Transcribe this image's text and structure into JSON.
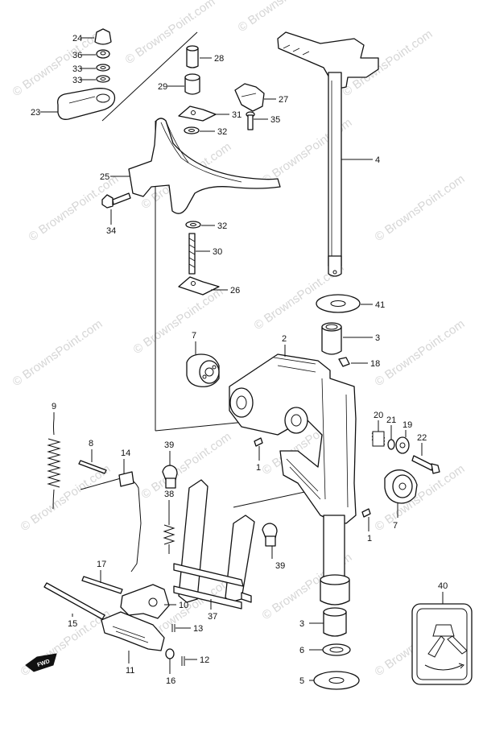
{
  "watermark": "© BrownsPoint.com",
  "fwd_label": "FWD",
  "callouts": [
    {
      "id": "24",
      "label": "24"
    },
    {
      "id": "36",
      "label": "36"
    },
    {
      "id": "33a",
      "label": "33"
    },
    {
      "id": "33b",
      "label": "33"
    },
    {
      "id": "23",
      "label": "23"
    },
    {
      "id": "28",
      "label": "28"
    },
    {
      "id": "29",
      "label": "29"
    },
    {
      "id": "27",
      "label": "27"
    },
    {
      "id": "31",
      "label": "31"
    },
    {
      "id": "35",
      "label": "35"
    },
    {
      "id": "32a",
      "label": "32"
    },
    {
      "id": "4",
      "label": "4"
    },
    {
      "id": "25",
      "label": "25"
    },
    {
      "id": "34",
      "label": "34"
    },
    {
      "id": "32b",
      "label": "32"
    },
    {
      "id": "30",
      "label": "30"
    },
    {
      "id": "26",
      "label": "26"
    },
    {
      "id": "41",
      "label": "41"
    },
    {
      "id": "7a",
      "label": "7"
    },
    {
      "id": "2",
      "label": "2"
    },
    {
      "id": "3a",
      "label": "3"
    },
    {
      "id": "18",
      "label": "18"
    },
    {
      "id": "9",
      "label": "9"
    },
    {
      "id": "20",
      "label": "20"
    },
    {
      "id": "21",
      "label": "21"
    },
    {
      "id": "19",
      "label": "19"
    },
    {
      "id": "22",
      "label": "22"
    },
    {
      "id": "8",
      "label": "8"
    },
    {
      "id": "14",
      "label": "14"
    },
    {
      "id": "39a",
      "label": "39"
    },
    {
      "id": "1a",
      "label": "1"
    },
    {
      "id": "7b",
      "label": "7"
    },
    {
      "id": "38",
      "label": "38"
    },
    {
      "id": "1b",
      "label": "1"
    },
    {
      "id": "39b",
      "label": "39"
    },
    {
      "id": "17",
      "label": "17"
    },
    {
      "id": "40",
      "label": "40"
    },
    {
      "id": "10",
      "label": "10"
    },
    {
      "id": "15",
      "label": "15"
    },
    {
      "id": "37",
      "label": "37"
    },
    {
      "id": "13",
      "label": "13"
    },
    {
      "id": "3b",
      "label": "3"
    },
    {
      "id": "6",
      "label": "6"
    },
    {
      "id": "12",
      "label": "12"
    },
    {
      "id": "11",
      "label": "11"
    },
    {
      "id": "16",
      "label": "16"
    },
    {
      "id": "5",
      "label": "5"
    }
  ]
}
